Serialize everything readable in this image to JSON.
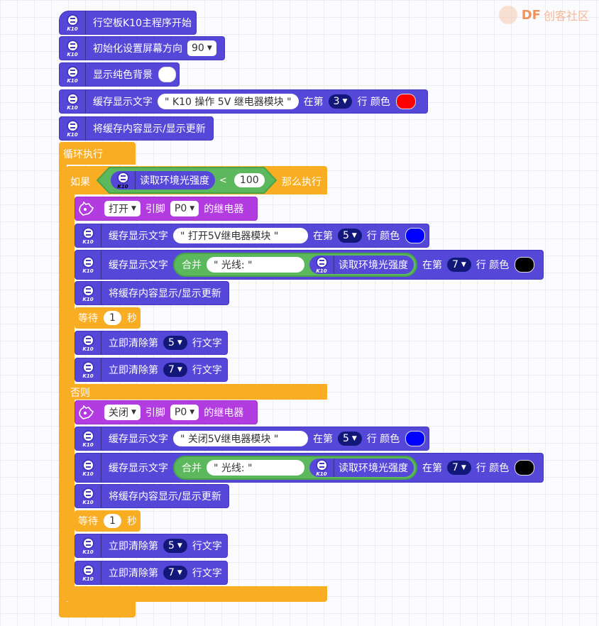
{
  "logo": {
    "brand": "DF",
    "site": "创客社区"
  },
  "main": {
    "start": "行空板K10主程序开始",
    "init_rotation": "初始化设置屏幕方向",
    "rotation_value": "90",
    "show_bg": "显示纯色背景",
    "cache_text": "缓存显示文字",
    "cache_text_value": "\" K10 操作 5V 继电器模块 \"",
    "at_row": "在第",
    "row_label": "行 颜色",
    "row3": "3",
    "show_update": "将缓存内容显示/显示更新",
    "loop": "循环执行",
    "if_label": "如果",
    "read_light": "读取环境光强度",
    "less_than": "<",
    "threshold": "100",
    "then": "那么执行",
    "relay_open": "打开",
    "relay_close": "关闭",
    "pin_label": "引脚",
    "pin_value": "P0",
    "relay_suffix": "的继电器",
    "open_text": "\" 打开5V继电器模块 \"",
    "close_text": "\" 关闭5V继电器模块 \"",
    "row5": "5",
    "row7": "7",
    "merge": "合并",
    "light_text": "\" 光线: \"",
    "wait": "等待",
    "wait_value": "1",
    "seconds": "秒",
    "clear_line": "立即清除第",
    "line_text": "行文字",
    "else": "否则"
  },
  "colors": {
    "white": "#ffffff",
    "red": "#ff0000",
    "blue": "#0000ff",
    "black": "#000000",
    "block_purple": "#5548d9",
    "block_violet": "#b23ce0",
    "block_orange": "#f9ad23",
    "block_green": "#5cb85c"
  },
  "icons": {
    "k10": "k10-chip-icon",
    "relay": "relay-hand-icon",
    "dropdown": "caret-down-icon"
  }
}
